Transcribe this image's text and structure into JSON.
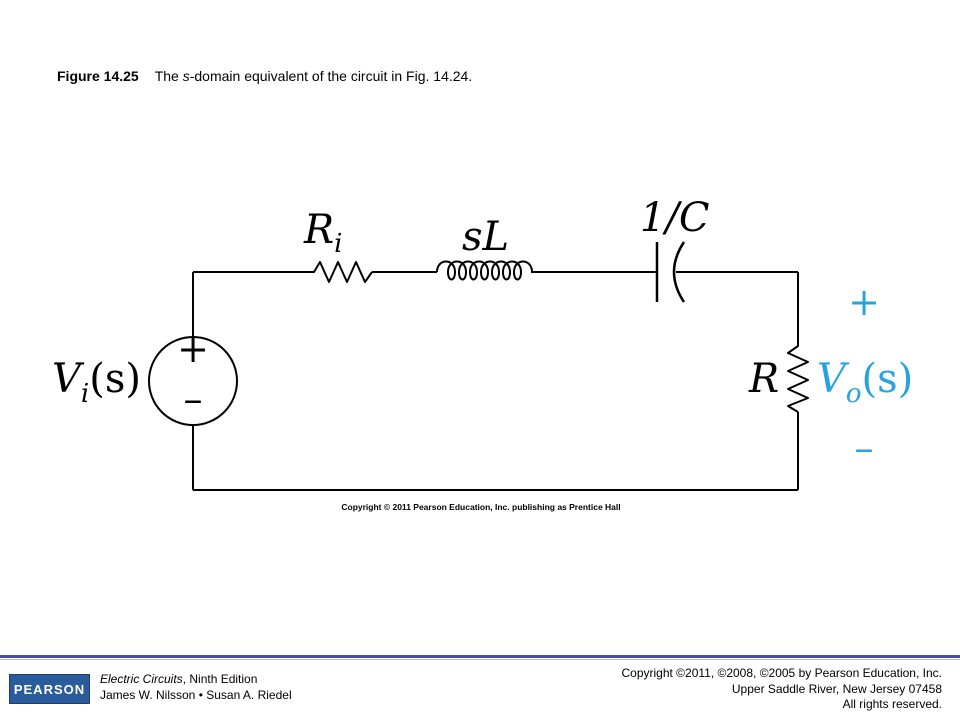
{
  "caption": {
    "figure_number": "Figure 14.25",
    "text_before": "The ",
    "text_italic": "s",
    "text_after": "-domain equivalent of the circuit in Fig. 14.24."
  },
  "diagram": {
    "source_label_main": "V",
    "source_label_sub": "i",
    "source_label_arg": "(s)",
    "source_plus": "+",
    "source_minus": "–",
    "resistor_ri_main": "R",
    "resistor_ri_sub": "i",
    "inductor_label": "sL",
    "capacitor_label": "1/C",
    "load_resistor_label": "R",
    "output_label_main": "V",
    "output_label_sub": "o",
    "output_label_arg": "(s)",
    "output_plus": "+",
    "output_minus": "–",
    "output_color": "#29a3e0",
    "image_copyright": "Copyright © 2011 Pearson Education, Inc. publishing as Prentice Hall"
  },
  "footer": {
    "logo_text": "PEARSON",
    "book_title": "Electric Circuits",
    "book_edition": ", Ninth Edition",
    "authors": "James W. Nilsson • Susan A. Riedel",
    "copyright_line1": "Copyright ©2011, ©2008, ©2005 by Pearson Education, Inc.",
    "copyright_line2": "Upper Saddle River, New Jersey 07458",
    "copyright_line3": "All rights reserved.",
    "rule_color": "#4a4f9c",
    "logo_color": "#2a5b9b"
  }
}
